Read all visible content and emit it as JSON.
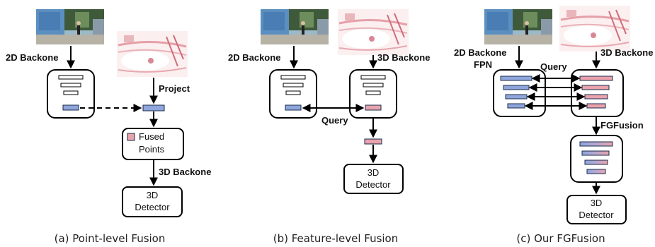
{
  "panels": {
    "a": {
      "caption": "(a) Point-level Fusion",
      "backbone_2d": "2D Backone",
      "project": "Project",
      "fused_line1": "Fused",
      "fused_line2": "Points",
      "backbone_3d": "3D Backone",
      "detector_line1": "3D",
      "detector_line2": "Detector"
    },
    "b": {
      "caption": "(b) Feature-level Fusion",
      "backbone_2d": "2D Backone",
      "backbone_3d": "3D Backone",
      "query": "Query",
      "detector_line1": "3D",
      "detector_line2": "Detector"
    },
    "c": {
      "caption": "(c) Our FGFusion",
      "backbone_2d": "2D Backone",
      "fpn": "FPN",
      "query": "Query",
      "backbone_3d": "3D Backone",
      "fgfusion": "FGFusion",
      "detector_line1": "3D",
      "detector_line2": "Detector"
    }
  },
  "colors": {
    "camera_feature": "#8fa6dc",
    "lidar_feature": "#e8a3ad",
    "outline": "#1a2b4a",
    "text": "#111111"
  }
}
